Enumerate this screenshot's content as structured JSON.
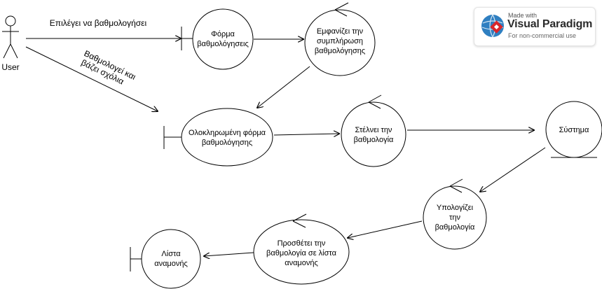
{
  "actor": {
    "label": "User"
  },
  "messages": [
    {
      "id": "m1",
      "text": "Επιλέγει να βαθμολογήσει"
    },
    {
      "id": "m2",
      "line1": "Βαθμολογεί και",
      "line2": "βάζει σχόλια"
    }
  ],
  "boundaries": [
    {
      "id": "forma",
      "lines": [
        "Φόρμα",
        "βαθμολόγησεις"
      ]
    },
    {
      "id": "oloklirwmeni",
      "lines": [
        "Ολοκληρωμένη φόρμα",
        "βαθμολόγησης"
      ]
    },
    {
      "id": "lista",
      "lines": [
        "Λίστα",
        "αναμονής"
      ]
    }
  ],
  "controls": [
    {
      "id": "emfanizei",
      "lines": [
        "Εμφανίζει την",
        "συμπλήρωση",
        "βαθμολόγησης"
      ]
    },
    {
      "id": "stelnei",
      "lines": [
        "Στέλνει την",
        "βαθμολογία"
      ]
    },
    {
      "id": "ypologizei",
      "lines": [
        "Υπολογίζει",
        "την",
        "βαθμολογία"
      ]
    },
    {
      "id": "prosthetei",
      "lines": [
        "Προσθέτει την",
        "βαθμολογία σε λίστα",
        "αναμονής"
      ]
    }
  ],
  "entities": [
    {
      "id": "systima",
      "lines": [
        "Σύστημα"
      ]
    }
  ],
  "watermark": {
    "made_with": "Made with",
    "brand": "Visual Paradigm",
    "note": "For non-commercial use",
    "colors": {
      "globe": "#2f7fc1",
      "diamond": "#d9262b"
    }
  }
}
